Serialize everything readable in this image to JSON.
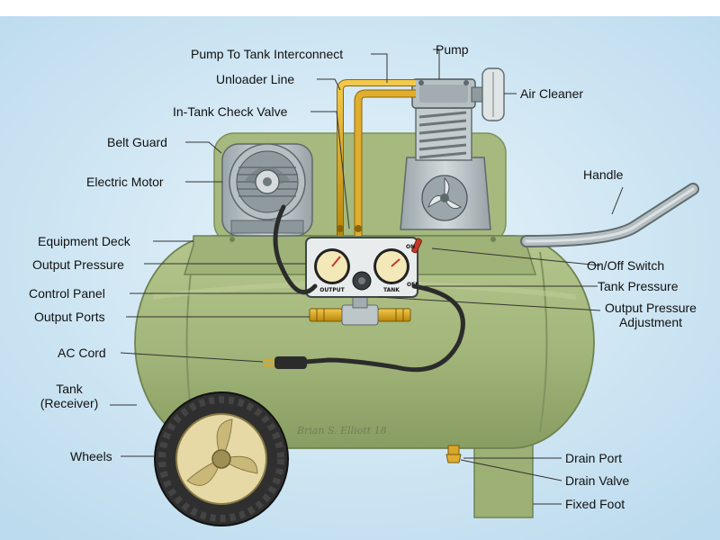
{
  "labels": {
    "pump_to_tank": "Pump To Tank Interconnect",
    "pump": "Pump",
    "unloader_line": "Unloader Line",
    "air_cleaner": "Air Cleaner",
    "check_valve": "In-Tank Check Valve",
    "belt_guard": "Belt Guard",
    "electric_motor": "Electric Motor",
    "handle": "Handle",
    "equipment_deck": "Equipment Deck",
    "output_pressure": "Output Pressure",
    "on_off_switch": "On/Off Switch",
    "control_panel": "Control Panel",
    "tank_pressure": "Tank Pressure",
    "output_ports": "Output Ports",
    "output_pressure_adj_1": "Output Pressure",
    "output_pressure_adj_2": "Adjustment",
    "ac_cord": "AC Cord",
    "tank_1": "Tank",
    "tank_2": "(Receiver)",
    "wheels": "Wheels",
    "drain_port": "Drain Port",
    "drain_valve": "Drain Valve",
    "fixed_foot": "Fixed Foot"
  },
  "panel": {
    "on": "ON",
    "off": "OFF",
    "output": "OUTPUT",
    "tank": "TANK"
  },
  "signature": "Brian S. Elliott 18",
  "colors": {
    "background": "#c9e3f2",
    "tank_green": "#a2b57a",
    "tank_shadow": "#7f9560",
    "pump_gray": "#b9c3c6",
    "brass": "#d9a72b",
    "cord": "#2b2b2b",
    "tire": "#2f2f2f",
    "wheel_rim": "#e6d9a6"
  }
}
